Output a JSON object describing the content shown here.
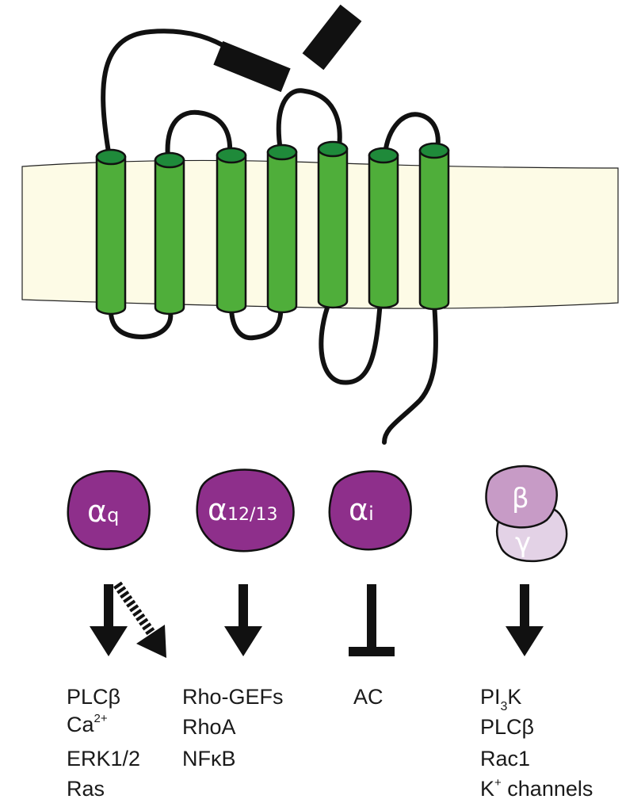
{
  "colors": {
    "membrane": "#fdfbe6",
    "helix": "#4fae3a",
    "helix_cap": "#1f8a3a",
    "g_alpha": "#8e2f8b",
    "g_beta": "#c79bc6",
    "g_gamma": "#e3d2e6",
    "ink": "#111111"
  },
  "receptor": {
    "helix_count": 7
  },
  "g_proteins": {
    "aq": {
      "symbol": "α",
      "sub": "q"
    },
    "a1213": {
      "symbol": "α",
      "sub": "12/13"
    },
    "ai": {
      "symbol": "α",
      "sub": "i"
    },
    "beta": {
      "symbol": "β"
    },
    "gamma": {
      "symbol": "γ"
    }
  },
  "targets": {
    "aq": [
      {
        "text": "PLCβ"
      },
      {
        "text": "Ca",
        "sup": "2+"
      },
      {
        "text": "ERK1/2"
      },
      {
        "text": "Ras"
      }
    ],
    "a1213": [
      {
        "text": "Rho-GEFs"
      },
      {
        "text": "RhoA"
      },
      {
        "text": "NFκB"
      }
    ],
    "ai": [
      {
        "text": "AC"
      }
    ],
    "bg": [
      {
        "pre": "PI",
        "sub": "3",
        "post": "K"
      },
      {
        "text": "PLCβ"
      },
      {
        "text": "Rac1"
      },
      {
        "text": "K",
        "sup": "+",
        "post": " channels"
      }
    ]
  }
}
